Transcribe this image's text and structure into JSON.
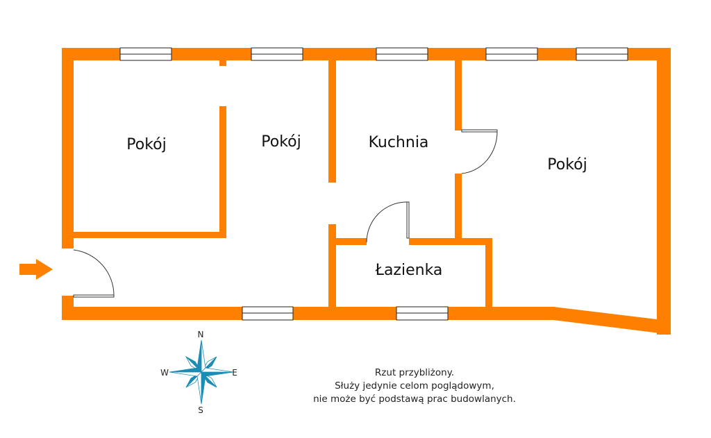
{
  "colors": {
    "wall": "#ff8000",
    "compass": "#1b8db5",
    "text": "#111111"
  },
  "rooms": [
    {
      "label": "Pokój"
    },
    {
      "label": "Pokój"
    },
    {
      "label": "Kuchnia"
    },
    {
      "label": "Pokój"
    },
    {
      "label": "Łazienka"
    }
  ],
  "compass": {
    "n": "N",
    "s": "S",
    "e": "E",
    "w": "W"
  },
  "note": {
    "line1": "Rzut przybliżony.",
    "line2": "Służy jedynie celom poglądowym,",
    "line3": "nie może być podstawą prac budowlanych."
  },
  "entrance_icon": "arrow-right-icon"
}
